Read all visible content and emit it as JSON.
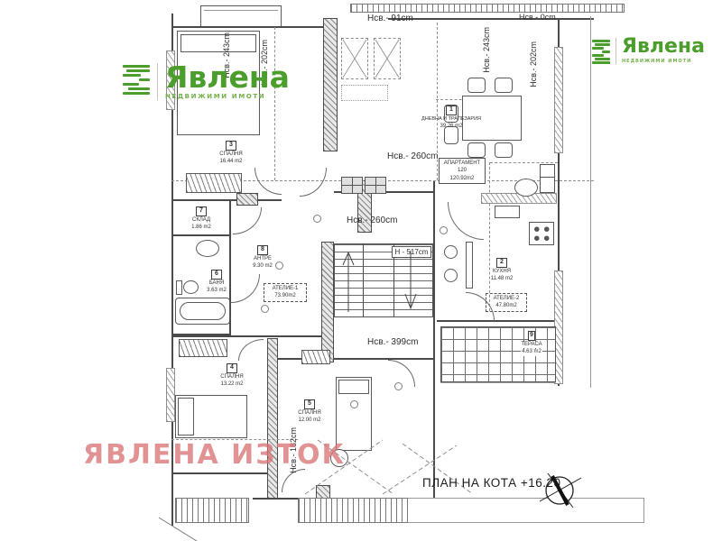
{
  "branding": {
    "logo_text": "Явлена",
    "logo_tagline": "НЕДВИЖИМИ ИМОТИ",
    "brand_green": "#4b9e2c",
    "watermark_text": "ЯВЛЕНА ИЗТОК",
    "watermark_color": "#d87474"
  },
  "plan": {
    "title": "ПЛАН НА КОТА  +16.20",
    "apartment": {
      "name": "АПАРТАМЕНТ 120",
      "area": "120.92m2"
    },
    "atelier1": {
      "name": "АТЕЛИЕ-1",
      "area": "73.90m2"
    },
    "atelier2": {
      "name": "АТЕЛИЕ-2",
      "area": "47.80m2"
    },
    "rooms": [
      {
        "num": "1",
        "name": "ДНЕВНА И ТРАПЕЗАРИЯ",
        "area": "39.26 m2"
      },
      {
        "num": "2",
        "name": "КУХНЯ",
        "area": "11.48 m2"
      },
      {
        "num": "3",
        "name": "СПАЛНЯ",
        "area": "16.44 m2"
      },
      {
        "num": "4",
        "name": "СПАЛНЯ",
        "area": "13.22 m2"
      },
      {
        "num": "5",
        "name": "СПАЛНЯ",
        "area": "12.00 m2"
      },
      {
        "num": "6",
        "name": "БАНЯ",
        "area": "3.63 m2"
      },
      {
        "num": "7",
        "name": "СКЛАД",
        "area": "1.86 m2"
      },
      {
        "num": "8",
        "name": "АНТРЕ",
        "area": "9.30 m2"
      },
      {
        "num": "9",
        "name": "ТЕРАСА",
        "area": "4.63 m2"
      }
    ],
    "heights": {
      "h91": "Нсв.- 91cm",
      "h0": "Нсв.- 0cm",
      "h243_left": "Нсв.- 243cm",
      "h202_left": "Нсв.- 202cm",
      "h243_right": "Нсв.- 243cm",
      "h202_right": "Нсв.- 202cm",
      "h260_upper": "Нсв.- 260cm",
      "h260_lower": "Нсв.- 260cm",
      "h517": "H - 517cm",
      "h399": "Нсв.- 399cm",
      "h182": "Нсв.- 182cm"
    }
  }
}
